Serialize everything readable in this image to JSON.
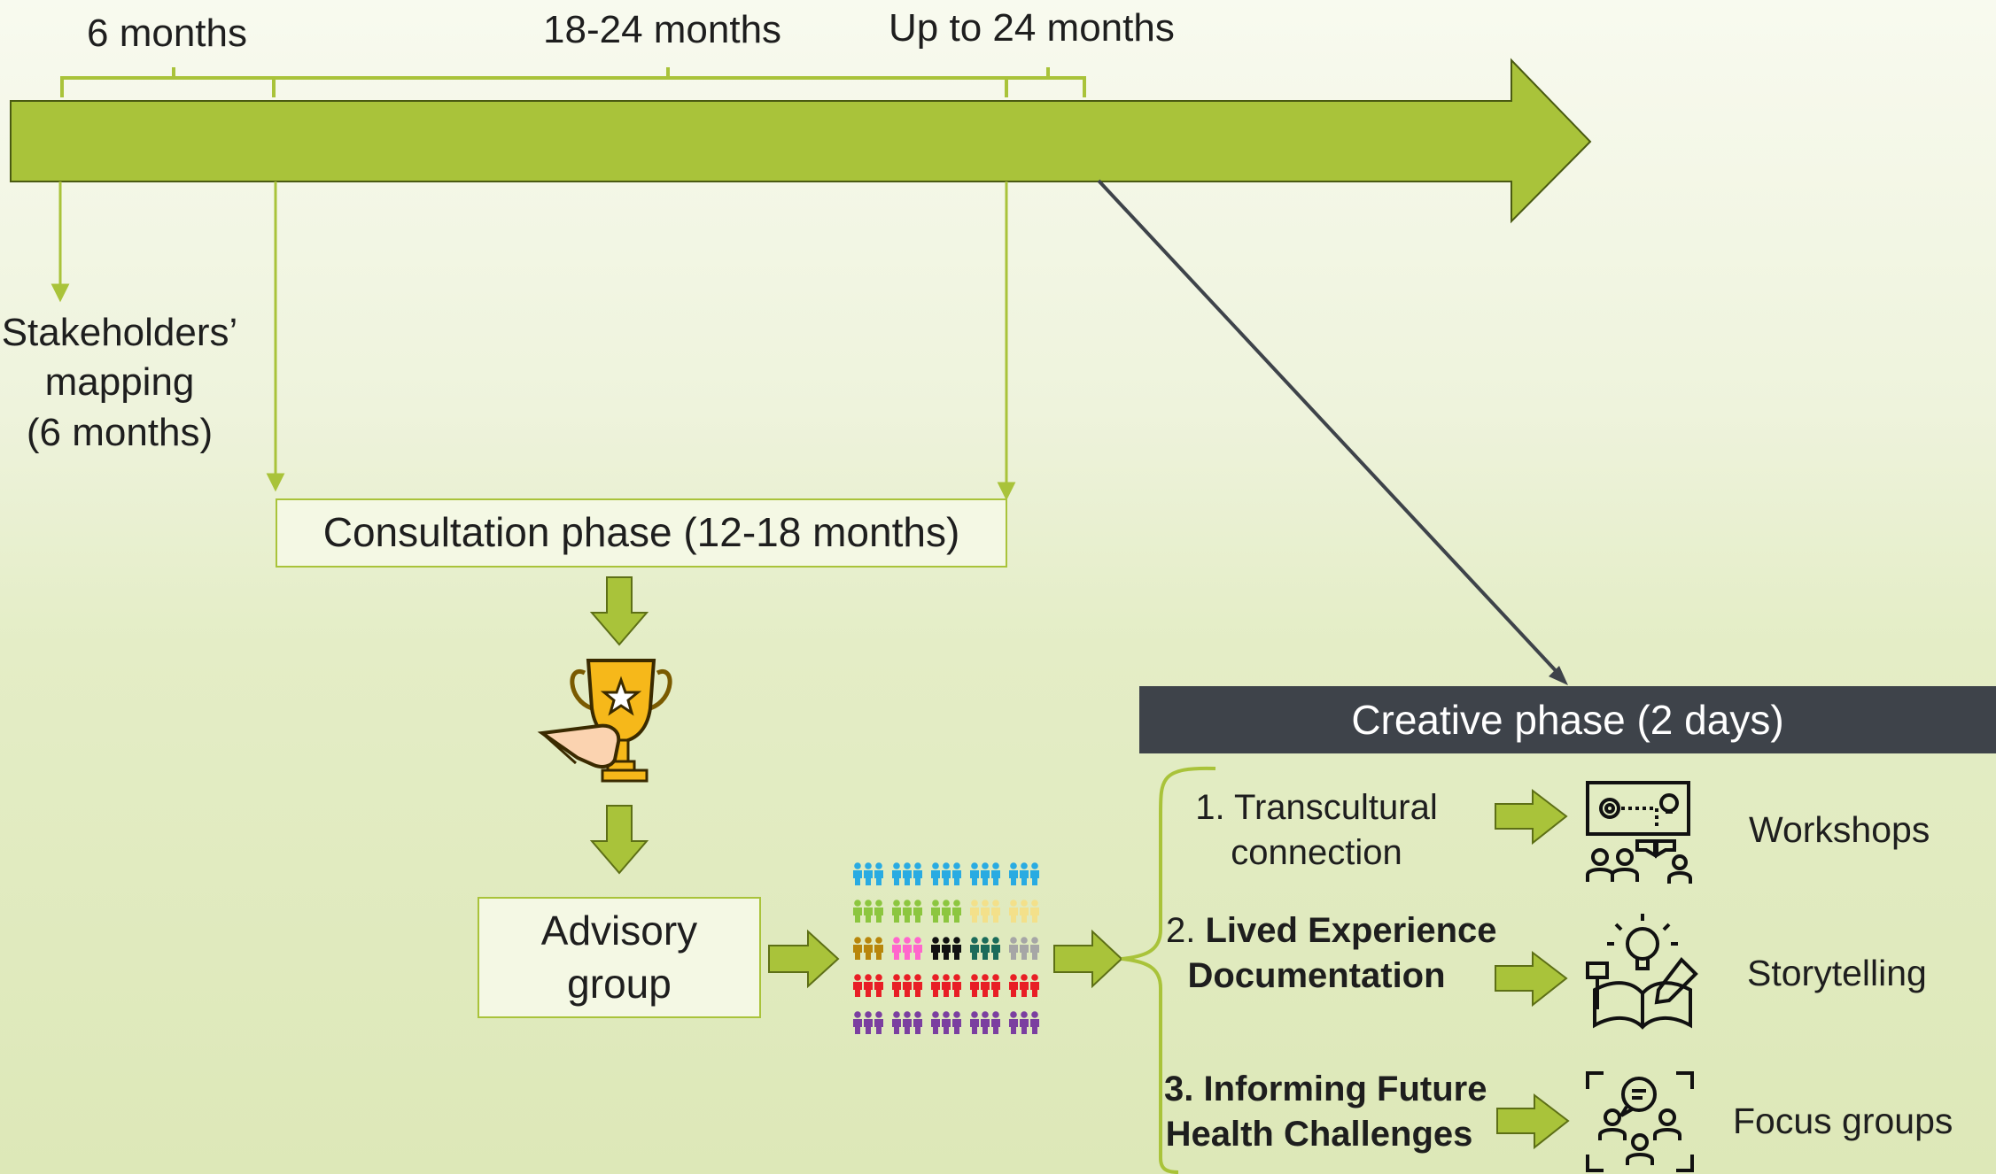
{
  "timeline": {
    "spans": [
      "6 months",
      "18-24 months",
      "Up to 24 months"
    ],
    "stakeholders": [
      "Stakeholders’",
      "mapping",
      "(6 months)"
    ]
  },
  "consultation": {
    "label": "Consultation phase (12-18 months)"
  },
  "advisory": {
    "line1": "Advisory",
    "line2": "group"
  },
  "creative": {
    "title": "Creative phase (2 days)",
    "steps": [
      {
        "num": "1.",
        "line1": "Transcultural",
        "line2": "connection"
      },
      {
        "num": "2.",
        "line1": "Lived Experience",
        "line2": "Documentation"
      },
      {
        "num": "3.",
        "line1": "Informing Future",
        "line2": "Health Challenges"
      }
    ],
    "methods": [
      "Workshops",
      "Storytelling",
      "Focus groups"
    ]
  },
  "colors": {
    "green": "#a9c33a",
    "dark": "#3e434a",
    "people_rows": [
      [
        "#29abe2",
        "#29abe2",
        "#29abe2",
        "#29abe2",
        "#29abe2"
      ],
      [
        "#8cc63f",
        "#8cc63f",
        "#8cc63f",
        "#f3e08a",
        "#f3e08a"
      ],
      [
        "#b8860b",
        "#ff66cc",
        "#111111",
        "#1b6b5a",
        "#a6a6a6"
      ],
      [
        "#e81e25",
        "#e81e25",
        "#e81e25",
        "#e81e25",
        "#e81e25"
      ],
      [
        "#7b3fa0",
        "#7b3fa0",
        "#7b3fa0",
        "#7b3fa0",
        "#7b3fa0"
      ]
    ]
  },
  "icons": [
    "trophy-hand-icon",
    "people-group-icon",
    "workshop-icon",
    "storytelling-icon",
    "focus-group-icon"
  ]
}
